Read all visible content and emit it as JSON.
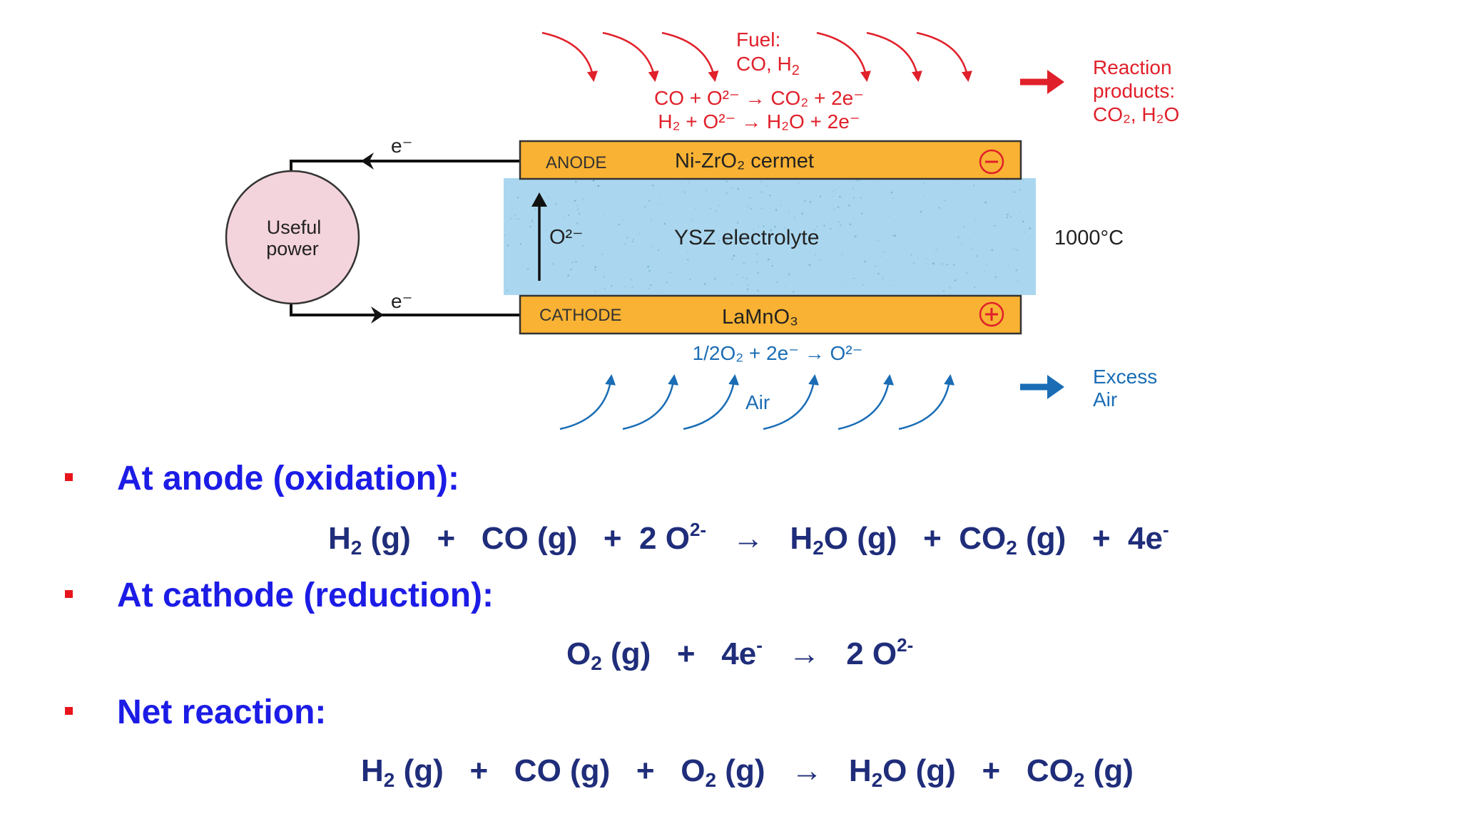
{
  "diagram": {
    "fuel_label": "Fuel:",
    "fuel_species": "CO, H",
    "fuel_species_sub": "2",
    "anode_reaction_1": "CO + O²⁻ → CO₂ + 2e⁻",
    "anode_reaction_2": "H₂ + O²⁻ → H₂O + 2e⁻",
    "products_line1": "Reaction",
    "products_line2": "products:",
    "products_line3": "CO₂, H₂O",
    "electron_top": "e⁻",
    "electron_bottom": "e⁻",
    "power_line1": "Useful",
    "power_line2": "power",
    "anode_label": "ANODE",
    "anode_material": "Ni-ZrO₂ cermet",
    "anode_sign": "−",
    "electrolyte_ion": "O²⁻",
    "electrolyte_label": "YSZ electrolyte",
    "temperature": "1000°C",
    "cathode_label": "CATHODE",
    "cathode_material": "LaMnO₃",
    "cathode_sign": "+",
    "cathode_reaction": "1/2O₂ + 2e⁻ → O²⁻",
    "air_label": "Air",
    "excess_line1": "Excess",
    "excess_line2": "Air"
  },
  "sections": {
    "anode_heading": "At anode (oxidation):",
    "cathode_heading": "At cathode (reduction):",
    "net_heading": "Net reaction:"
  },
  "equations": {
    "anode": {
      "t1": "H",
      "t1_sub": "2",
      "t2": " (g)   +   CO (g)   +  2 O",
      "t2_sup": "2-",
      "t3": "   →   H",
      "t3_sub": "2",
      "t4": "O (g)   +  CO",
      "t4_sub": "2",
      "t5": " (g)   +  4e",
      "t5_sup": "-"
    },
    "cathode": {
      "t1": "O",
      "t1_sub": "2",
      "t2": " (g)   +   4e",
      "t2_sup": "-",
      "t3": "   →   2 O",
      "t3_sup": "2-"
    },
    "net": {
      "t1": "H",
      "t1_sub": "2",
      "t2": " (g)   +   CO (g)   +   O",
      "t2_sub": "2",
      "t3": " (g)   →   H",
      "t3_sub": "2",
      "t4": "O (g)   +   CO",
      "t4_sub": "2",
      "t5": " (g)"
    }
  },
  "colors": {
    "fuel_red": "#e0202a",
    "air_blue": "#1a6db5",
    "electrode": "#f9b233",
    "electrolyte": "#aad7ef",
    "power_circle": "#f4d4dc",
    "heading_blue": "#1c1ce6",
    "equation_navy": "#1f2d7a",
    "bullet_red": "#e8141c"
  }
}
